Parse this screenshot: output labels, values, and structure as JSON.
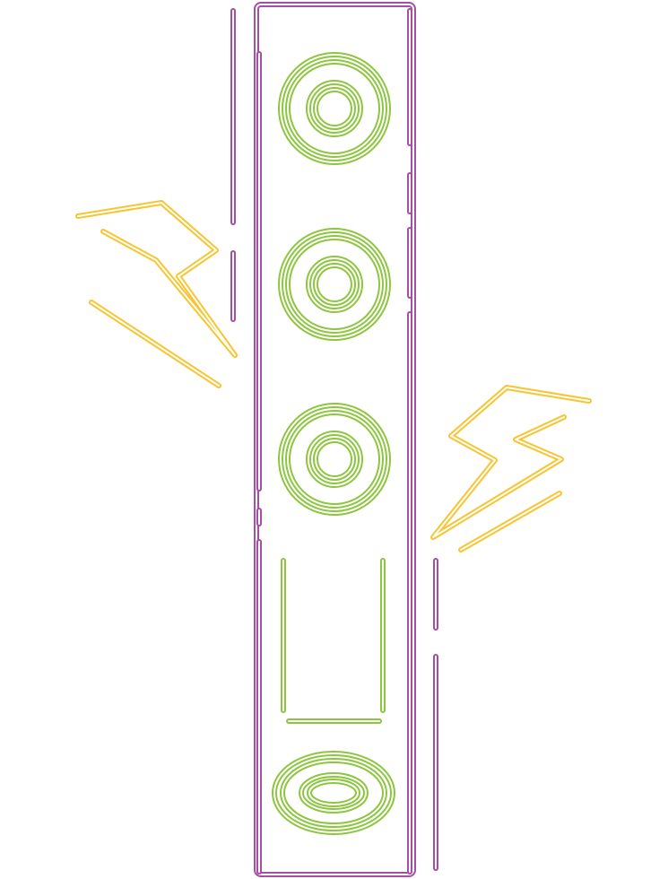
{
  "artwork": {
    "subject": "neon-speaker-with-lightning",
    "background_color": "#ffffff",
    "colors": {
      "frame": "#a64ea6",
      "speakers": "#8cc63f",
      "lightning": "#f7c531"
    },
    "speaker_cones": 3,
    "lightning_bolts": 2,
    "icons": [
      "speaker-icon",
      "woofer-icon",
      "lightning-bolt-icon",
      "bass-port-icon",
      "tweeter-icon"
    ]
  }
}
